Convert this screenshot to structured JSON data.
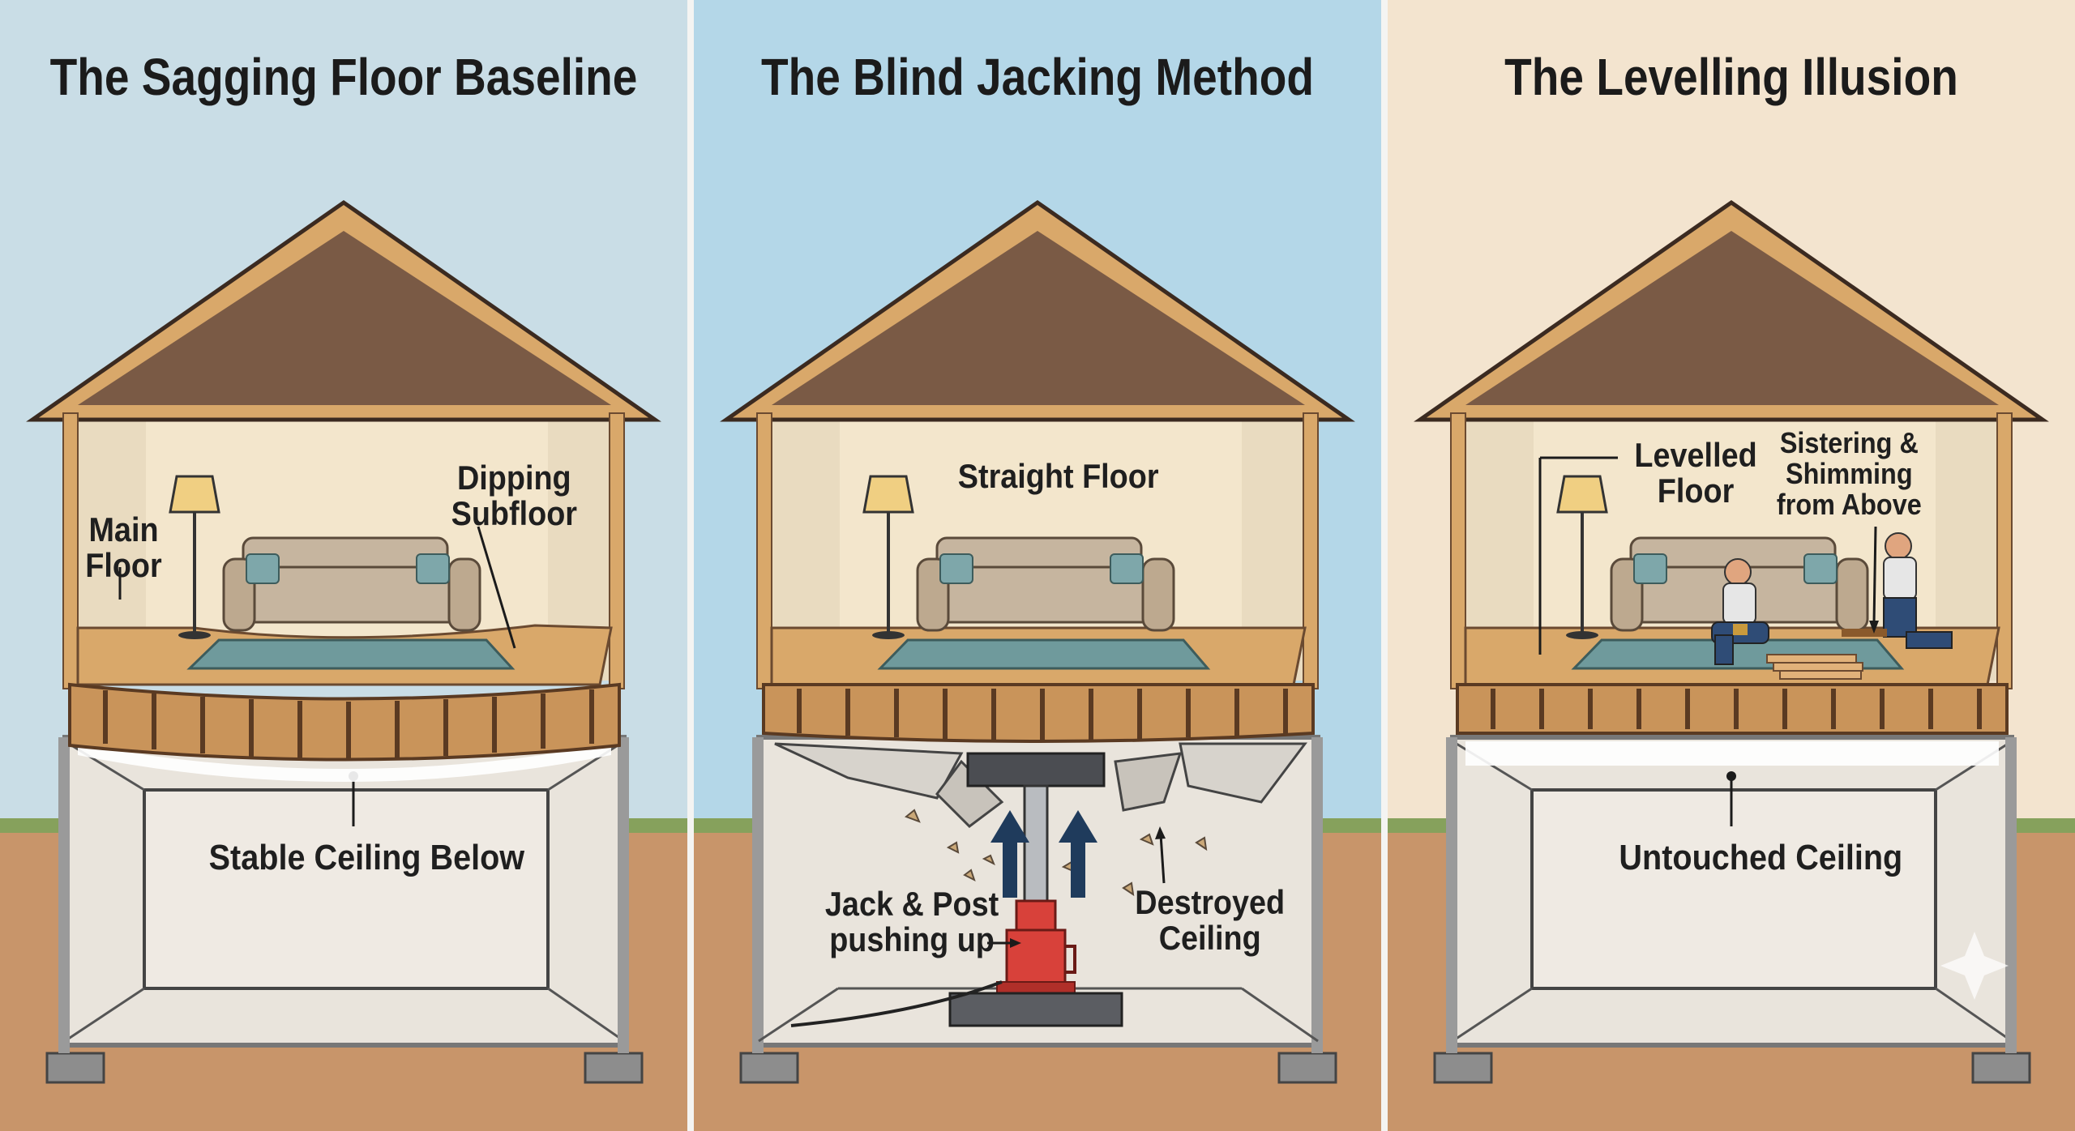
{
  "colors": {
    "sky_left": "#c9dde6",
    "sky_middle": "#b4d7e8",
    "sky_right": "#f3e4cf",
    "ground": "#c8956a",
    "grass": "#86a15c",
    "roof_interior": "#7a5a45",
    "wood": "#d9a86a",
    "wall": "#f3e6cc",
    "jack_red": "#d8413a",
    "arrow_navy": "#1f3b5c"
  },
  "panels": [
    {
      "title": "The Sagging Floor Baseline",
      "labels": {
        "main_floor": [
          "Main",
          "Floor"
        ],
        "dipping_subfloor": [
          "Dipping",
          "Subfloor"
        ],
        "ceiling": "Stable Ceiling Below"
      }
    },
    {
      "title": "The Blind Jacking Method",
      "labels": {
        "straight_floor": "Straight Floor",
        "jack_post": [
          "Jack & Post",
          "pushing up"
        ],
        "destroyed_ceiling": [
          "Destroyed",
          "Ceiling"
        ]
      }
    },
    {
      "title": "The Levelling Illusion",
      "labels": {
        "levelled_floor": [
          "Levelled",
          "Floor"
        ],
        "sistering": [
          "Sistering &",
          "Shimming",
          "from Above"
        ],
        "ceiling": "Untouched Ceiling"
      }
    }
  ]
}
